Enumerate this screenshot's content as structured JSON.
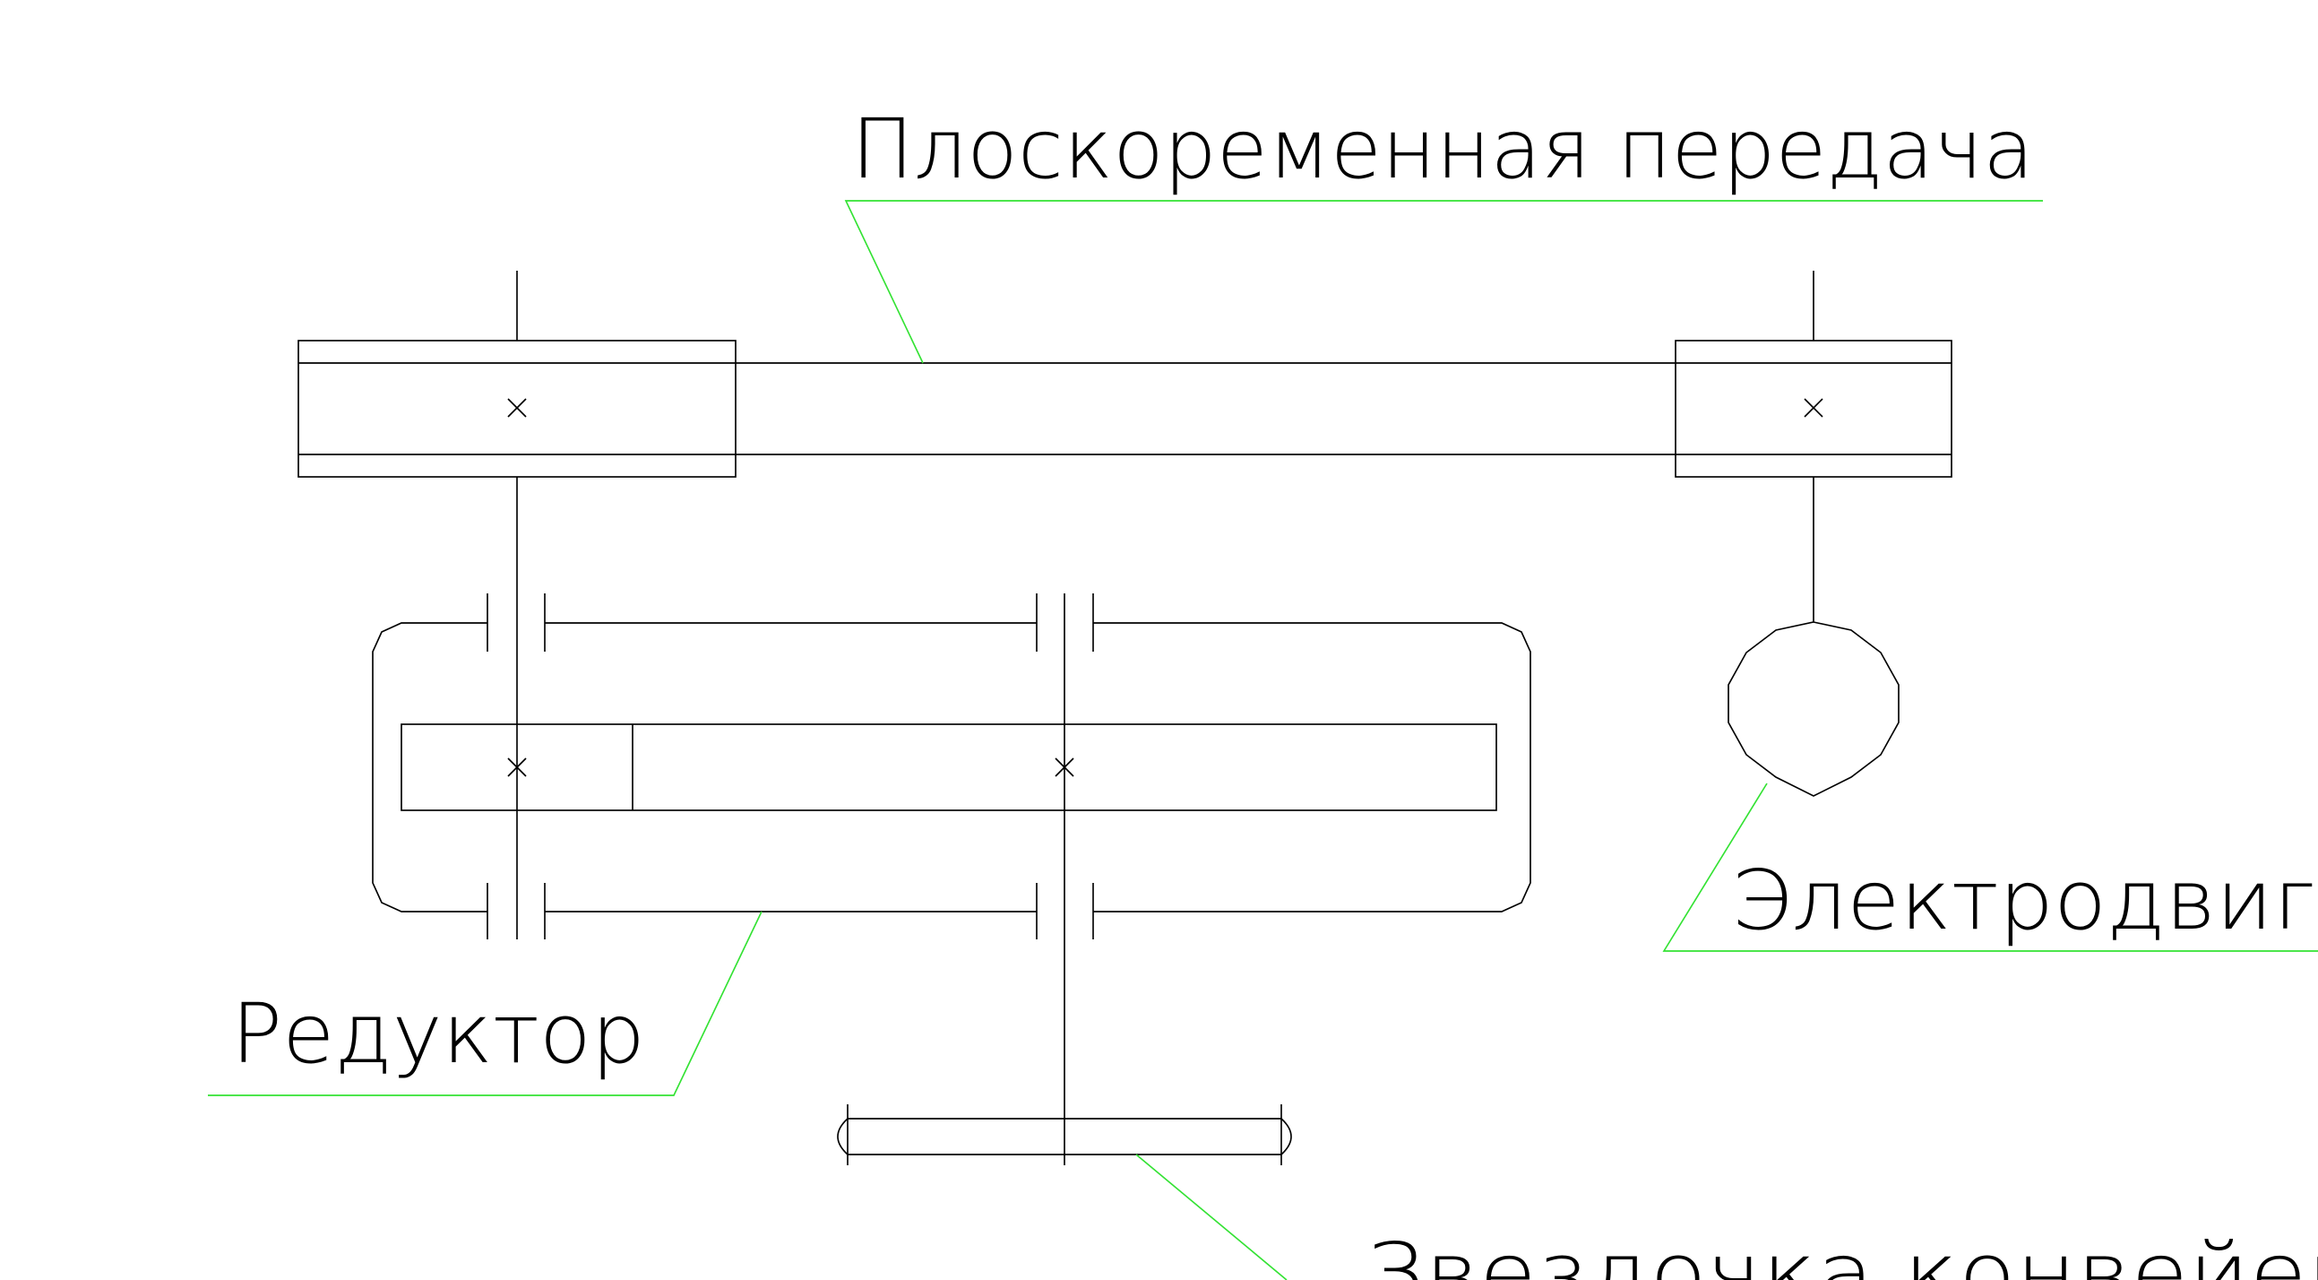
{
  "diagram": {
    "labels": {
      "belt_drive": "Плоскоременная  передача",
      "reducer": "Редуктор",
      "motor": "Электродвиг",
      "sprocket": "Звездочка  конвейера"
    },
    "colors": {
      "lines": "#000000",
      "leaders": "#33e233",
      "background": "#ffffff"
    }
  }
}
